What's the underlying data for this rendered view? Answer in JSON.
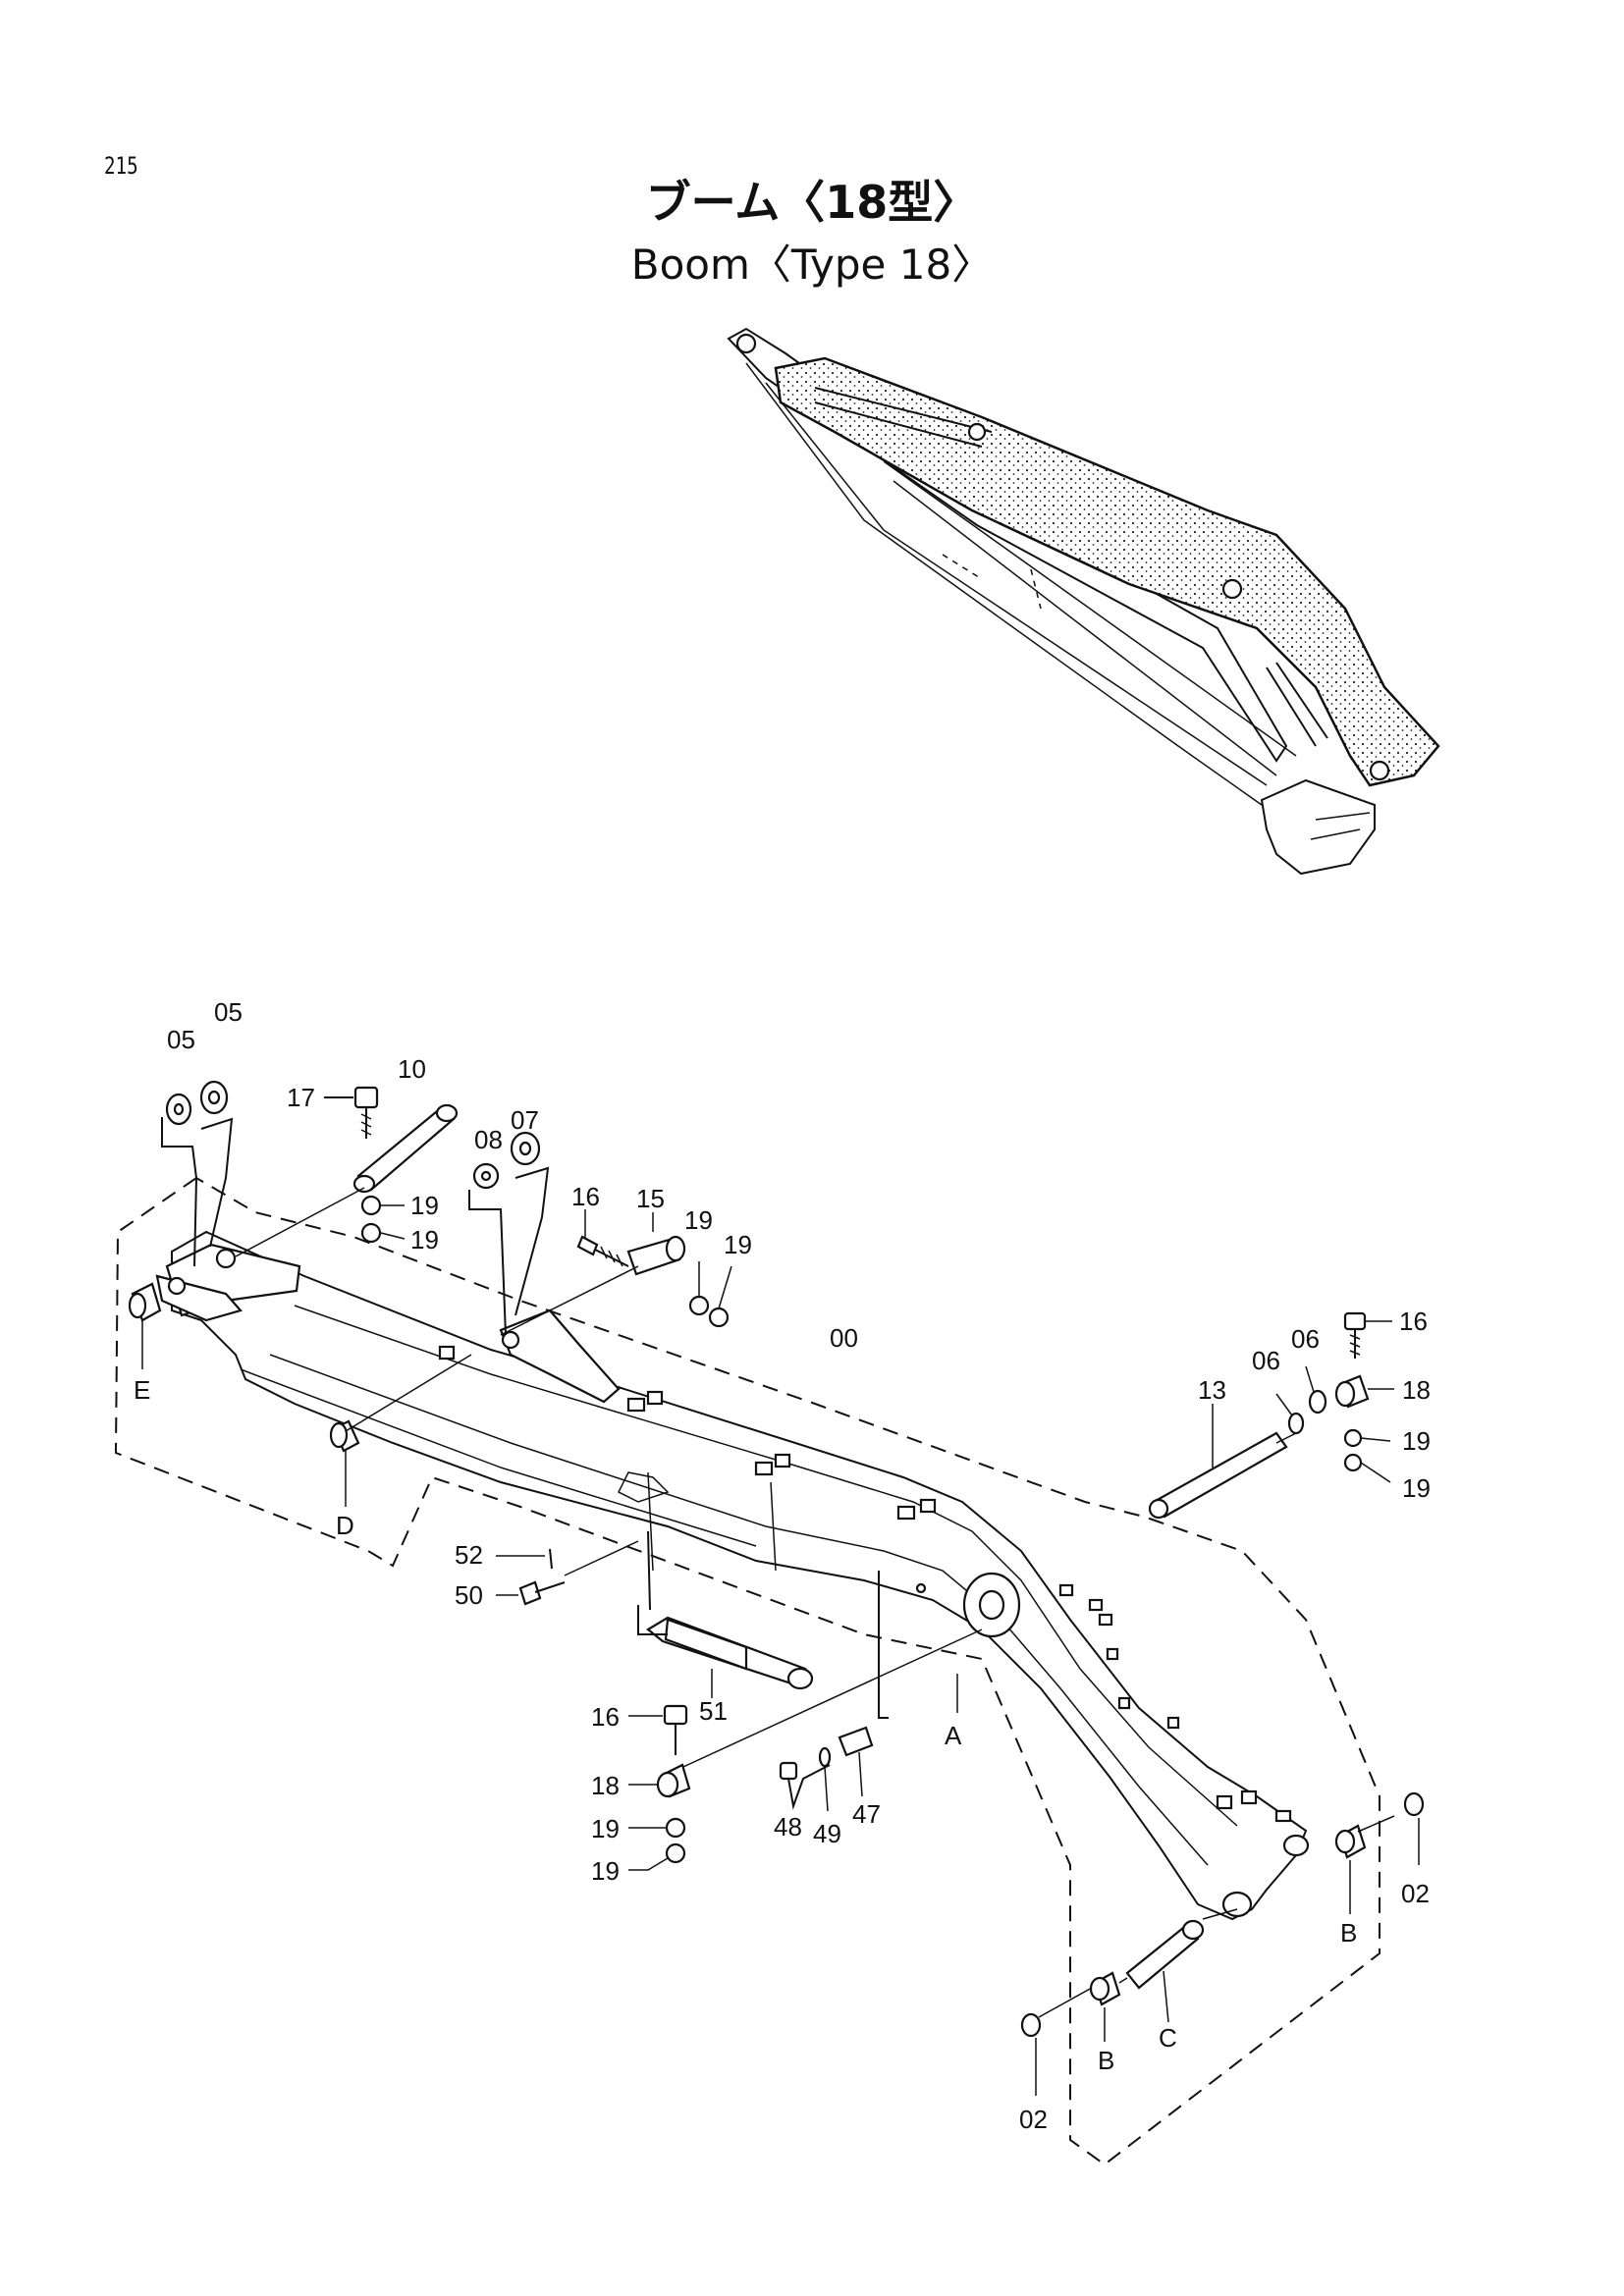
{
  "page": {
    "page_number": "215",
    "title_jp": "ブーム〈18型〉",
    "title_en": "Boom〈Type 18〉"
  },
  "callouts": {
    "c05a": "05",
    "c05b": "05",
    "c17": "17",
    "c10": "10",
    "c08": "08",
    "c07": "07",
    "c19a": "19",
    "c19b": "19",
    "c16a": "16",
    "c15": "15",
    "c19c": "19",
    "c19d": "19",
    "c00": "00",
    "c16b": "16",
    "c06a": "06",
    "c06b": "06",
    "c13": "13",
    "c18a": "18",
    "c19e": "19",
    "c19f": "19",
    "cE": "E",
    "cD": "D",
    "c52": "52",
    "c50": "50",
    "c51": "51",
    "cA": "A",
    "c16c": "16",
    "c18b": "18",
    "c19g": "19",
    "c19h": "19",
    "c48": "48",
    "c49": "49",
    "c47": "47",
    "cB1": "B",
    "c02a": "02",
    "cC": "C",
    "cB2": "B",
    "c02b": "02"
  }
}
